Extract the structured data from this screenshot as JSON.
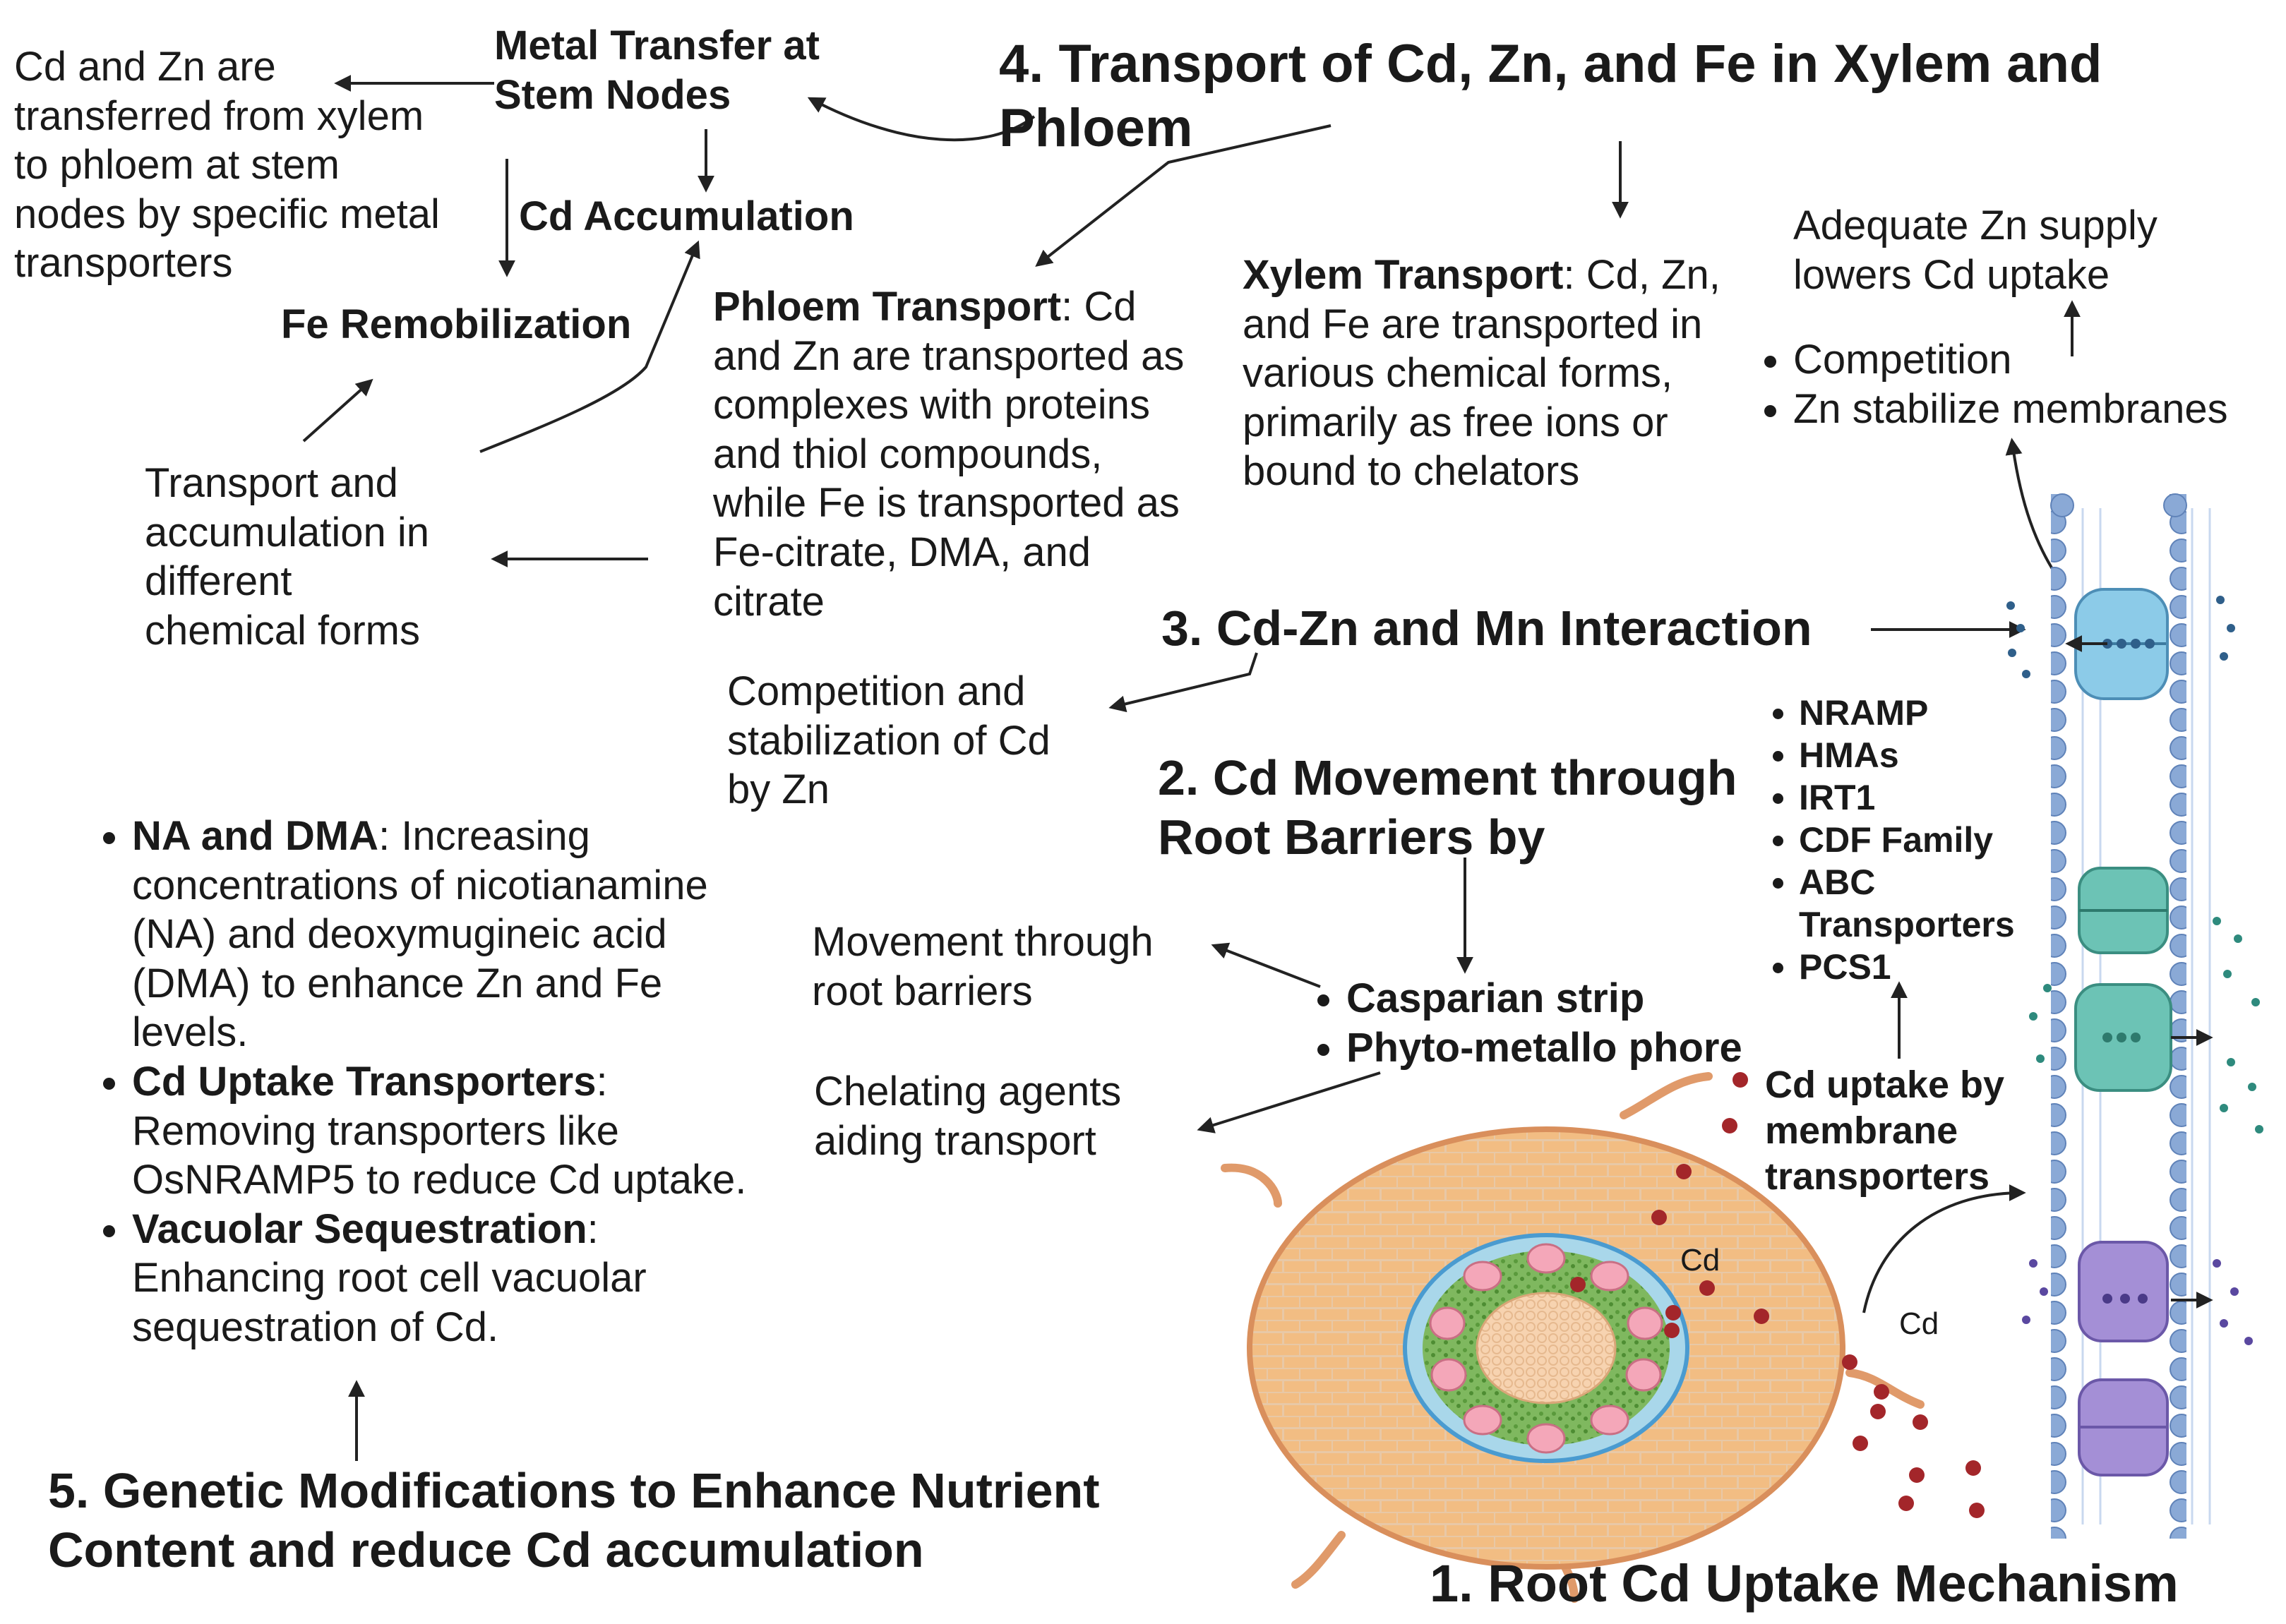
{
  "colors": {
    "membrane_blue": "#8aa9d6",
    "membrane_tail": "#c9d8ef",
    "root_cortex": "#f2bd83",
    "root_cell_line": "#e3c2a0",
    "endodermis": "#a9d7ea",
    "stele": "#6aa84f",
    "xylem_vessel": "#f4a7b9",
    "cd_ion": "#a3262a",
    "channel_blue": "#8ccbe8",
    "channel_teal": "#6cc3b5",
    "channel_purple": "#a48fd6",
    "arrow": "#222222"
  },
  "metal_transfer": {
    "title": "Metal Transfer at\nStem Nodes",
    "desc": "Cd and Zn are\ntransferred from xylem\nto phloem at stem\nnodes by specific metal\ntransporters",
    "cd_accumulation": "Cd Accumulation",
    "fe_remobilization": "Fe Remobilization",
    "transport_accumulation": "Transport and\naccumulation in\ndifferent\nchemical forms"
  },
  "section4": {
    "title": "4. Transport of Cd, Zn, and Fe in Xylem and Phloem",
    "phloem_label": "Phloem Transport",
    "phloem_text": ": Cd\nand Zn are transported as\ncomplexes with proteins\nand thiol compounds,\nwhile Fe is transported as\nFe-citrate, DMA, and\ncitrate",
    "xylem_label": "Xylem Transport",
    "xylem_text": ": Cd, Zn,\nand Fe are transported in\nvarious chemical forms,\nprimarily as free ions or\nbound to chelators",
    "zn_supply": "Adequate Zn supply\nlowers Cd uptake",
    "bullets": [
      "Competition",
      "Zn stabilize membranes"
    ]
  },
  "section3": {
    "title": "3. Cd-Zn and Mn Interaction",
    "competition": "Competition and\nstabilization of Cd\nby Zn"
  },
  "section2": {
    "title": "2. Cd Movement through\nRoot Barriers by",
    "movement": "Movement through\nroot barriers",
    "chelating": "Chelating agents\naiding transport",
    "bullets": [
      "Casparian strip",
      "Phyto-metallo phore"
    ]
  },
  "transporters": {
    "items": [
      "NRAMP",
      "HMAs",
      "IRT1",
      "CDF Family",
      "ABC\nTransporters",
      "PCS1"
    ],
    "uptake_label": "Cd uptake by\nmembrane\ntransporters"
  },
  "section5": {
    "title": "5. Genetic Modifications to Enhance Nutrient\nContent and reduce Cd accumulation",
    "items": [
      {
        "label": "NA and DMA",
        "text": ": Increasing\nconcentrations of nicotianamine\n(NA) and deoxymugineic acid\n(DMA) to enhance Zn and Fe\nlevels."
      },
      {
        "label": "Cd Uptake Transporters",
        "text": ":\nRemoving transporters like\nOsNRAMP5 to reduce Cd uptake."
      },
      {
        "label": "Vacuolar Sequestration",
        "text": ":\nEnhancing root cell vacuolar\nsequestration of Cd."
      }
    ]
  },
  "section1": {
    "title": "1.  Root Cd Uptake Mechanism",
    "cd_inside": "Cd",
    "cd_outside": "Cd"
  }
}
